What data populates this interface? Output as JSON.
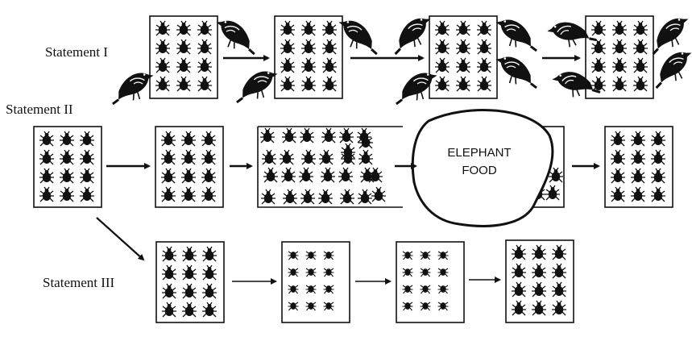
{
  "labels": {
    "statement_1": "Statement I",
    "statement_2": "Statement II",
    "statement_3": "Statement III"
  },
  "blob": {
    "line1": "ELEPHANT",
    "line2": "FOOD"
  },
  "icons": {
    "beetle": "beetle-icon",
    "bird": "bird-icon",
    "arrow": "arrow-icon"
  },
  "colors": {
    "ink": "#111111",
    "paper": "#ffffff"
  }
}
